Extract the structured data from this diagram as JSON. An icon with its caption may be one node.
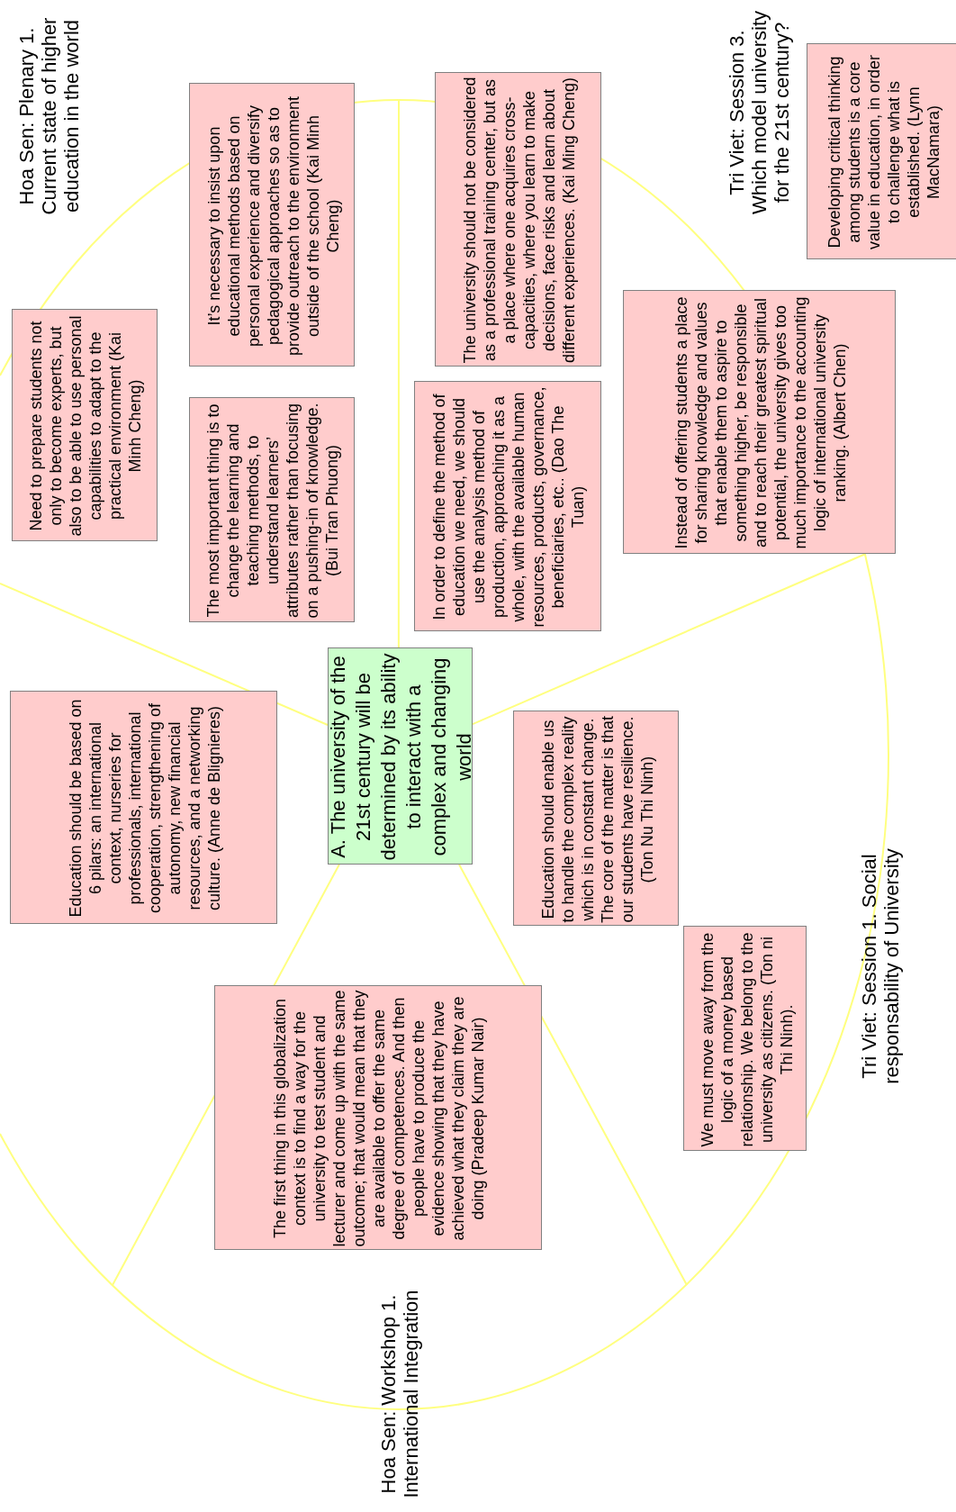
{
  "diagram": {
    "nodes": [
      {
        "text": [
          "A. The university of the 21st century will be determined by its ability to interact with a complex and changing world"
        ]
      },
      {
        "text": [
          "Need to prepare students not only to become experts, but also to be able to use personal capabilities to adapt to the practical environment (Kai Minh Cheng)"
        ]
      },
      {
        "text": [
          "It’s necessary to insist upon educational methods based on personal experience and diversify pedagogical approaches so as to provide outreach to the environment outside of the school (Kai Minh Cheng)"
        ]
      },
      {
        "text": [
          "The most important thing is to change the learning and teaching methods, to understand learners’ attributes rather than focusing on a pushing-in of knowledge. (Bui Tran Phuong)"
        ]
      },
      {
        "text": [
          "The university should not be considered as a professional training center, but as a place where one acquires cross-capacities, where you learn to make decisions, face risks and learn about different experiences. (Kai Ming Cheng)"
        ]
      },
      {
        "text": [
          "In order to define the method of education we need, we should use the analysis method of production, approaching it as a whole, with the available human resources, products, governance, beneficiaries, etc.. (Dao The Tuan)"
        ]
      },
      {
        "text": [
          "Instead of offering students a place for sharing knowledge and values that enable them to aspire to something higher, be responsible and to reach their greatest spiritual potential, the university gives too much importance to the accounting logic of international university ranking. (Albert Chen)"
        ]
      },
      {
        "text": [
          "Developing critical thinking among students is a core value in education, in order to challenge what is established. (Lynn MacNamara)"
        ]
      },
      {
        "text": [
          "Education should be based on 6 pilars: an international context, nurseries for professionals, international cooperation, strengthening of autonomy, new financial resources, and a networking culture. (Anne de Blignieres)"
        ]
      },
      {
        "text": [
          "Education should enable us to handle the complex reality which is in constant change. The core of the matter is that our students have resilience. (Ton Nu Thi Ninh)"
        ]
      },
      {
        "text": [
          "We must move away from the logic of a money based relationship. We belong to the university as citizens. (Ton ni Thi Ninh)."
        ]
      },
      {
        "text": [
          "The first thing in this globalization context is to find a way for the university to test student and lecturer and come up with the same outcome; that would mean that they are available to offer the same degree of competences. And then people have to produce the evidence showing that they have achieved what they claim they are doing (Pradeep Kumar Nair)"
        ]
      }
    ],
    "edges": [
      {
        "from": 0,
        "to": null,
        "arrow": "none"
      },
      {
        "from": 0,
        "to": null,
        "arrow": "none"
      },
      {
        "from": 0,
        "to": 6,
        "arrow": "none"
      },
      {
        "from": 0,
        "to": null,
        "arrow": "none"
      },
      {
        "from": 0,
        "to": null,
        "arrow": "none"
      }
    ],
    "labels": [
      "Hoa Sen: Plenary 1. Current state of higher education in the world",
      "Tri Viet: Session 3. Which model university for the 21st century?",
      "Tri Viet: Session 1. Social responsability of University",
      "Hoa Sen: Workshop 1. International Integration"
    ]
  }
}
